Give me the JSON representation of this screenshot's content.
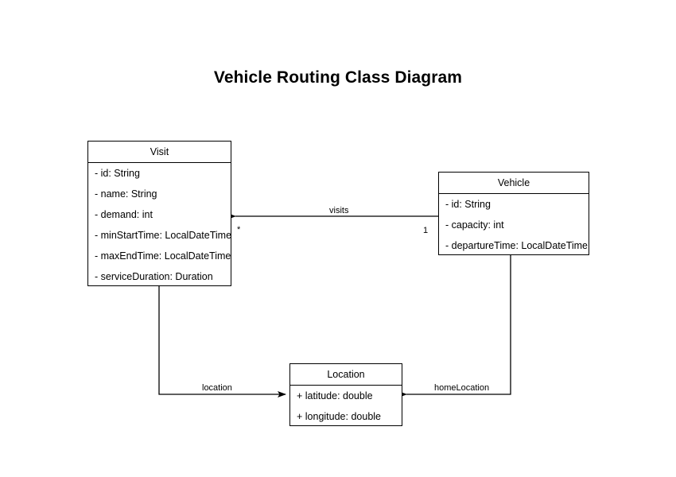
{
  "diagram": {
    "title": "Vehicle Routing Class Diagram",
    "type": "uml-class-diagram",
    "background_color": "#ffffff",
    "line_color": "#000000",
    "text_color": "#000000"
  },
  "classes": [
    {
      "name": "Visit",
      "attributes": [
        "- id: String",
        "- name: String",
        "- demand: int",
        "- minStartTime: LocalDateTime",
        "- maxEndTime: LocalDateTime",
        "- serviceDuration: Duration"
      ]
    },
    {
      "name": "Vehicle",
      "attributes": [
        "- id: String",
        "- capacity: int",
        "- departureTime: LocalDateTime"
      ]
    },
    {
      "name": "Location",
      "attributes": [
        "+ latitude: double",
        "+ longitude: double"
      ]
    }
  ],
  "relationships": [
    {
      "label": "visits",
      "from": "Vehicle",
      "to": "Visit",
      "source_multiplicity": "1",
      "target_multiplicity": "*"
    },
    {
      "label": "location",
      "from": "Visit",
      "to": "Location",
      "source_multiplicity": "",
      "target_multiplicity": ""
    },
    {
      "label": "homeLocation",
      "from": "Vehicle",
      "to": "Location",
      "source_multiplicity": "",
      "target_multiplicity": ""
    }
  ],
  "multiplicities": {
    "visit_end": "*",
    "vehicle_end": "1"
  }
}
